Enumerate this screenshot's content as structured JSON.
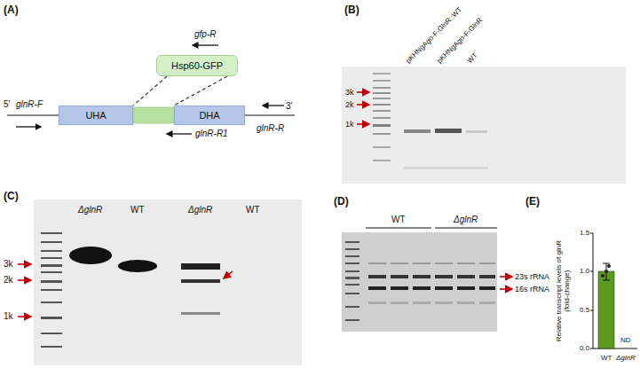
{
  "diagram": {
    "nodes": [
      {
        "text": [
          "Hsp60-GFP"
        ]
      },
      {
        "text": [
          "UHA"
        ]
      },
      {
        "text": [
          "DHA"
        ]
      }
    ],
    "edges": [
      {
        "from": 0,
        "to": 1,
        "arrow": "none"
      },
      {
        "from": 0,
        "to": 2,
        "arrow": "none"
      }
    ],
    "labels": [
      "(A)",
      "gfp-R",
      "glnR-F",
      "glnR-R1",
      "glnR-R",
      "5'",
      "3'",
      "(B)",
      "pKHNgAgo-F-GlnR::WT",
      "pKHNgAgo-F-GlnR",
      "WT",
      "3k",
      "2k",
      "1k",
      "(C)",
      "ΔglnR",
      "WT",
      "ΔglnR",
      "WT",
      "3k",
      "2k",
      "1k",
      "(D)",
      "WT",
      "ΔglnR",
      "23s rRNA",
      "16s rRNA",
      "(E)",
      "1.5",
      "1.0",
      "0.5",
      "0.0",
      "Relative transcript levels of glnR (fold-change)",
      "WT",
      "ΔglnR",
      "ND"
    ]
  }
}
